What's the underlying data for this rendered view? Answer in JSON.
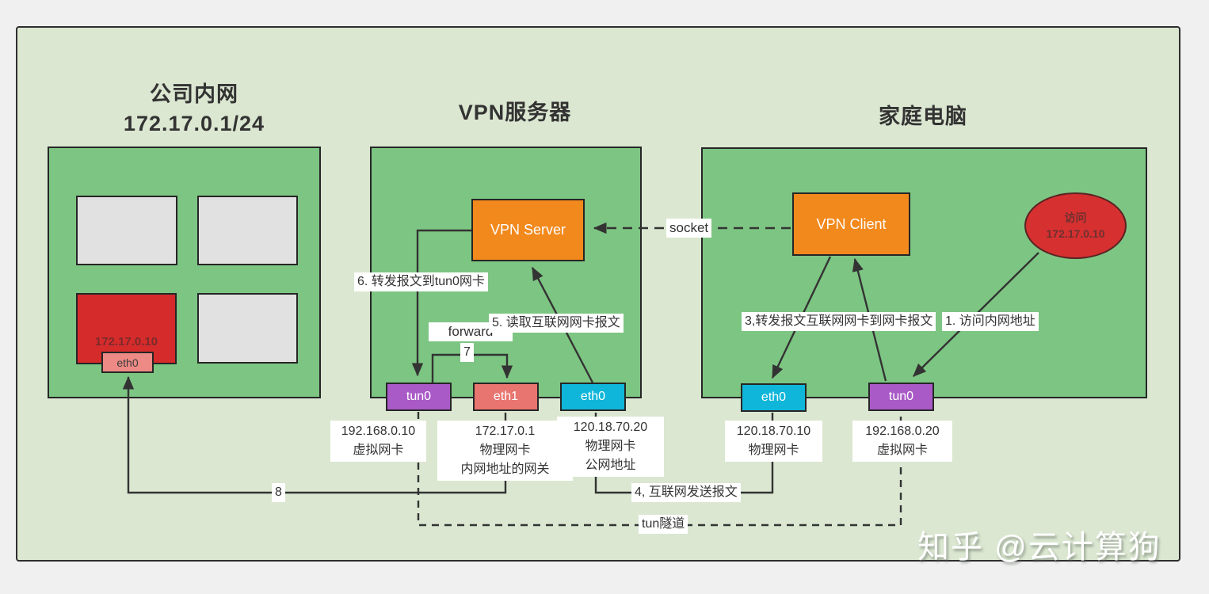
{
  "watermark": "知乎 @云计算狗",
  "colors": {
    "panel_bg": "#dbe7d1",
    "network_green": "#7dc583",
    "app_orange": "#f2891c",
    "nic_purple": "#a95ac6",
    "nic_salmon": "#e97570",
    "nic_cyan": "#0fb6d9",
    "host_red": "#d62b2b",
    "line": "#333333"
  },
  "company": {
    "title": "公司内网",
    "subnet": "172.17.0.1/24",
    "host_ip": "172.17.0.10",
    "nic_label": "eth0"
  },
  "vpn_server": {
    "title": "VPN服务器",
    "box_label": "VPN Server",
    "nic_tun0": "tun0",
    "nic_eth1": "eth1",
    "nic_eth0": "eth0",
    "tun0_info": {
      "line1": "192.168.0.10",
      "line2": "虚拟网卡"
    },
    "eth1_info": {
      "line1": "172.17.0.1",
      "line2": "物理网卡",
      "line3": "内网地址的网关"
    },
    "eth0_info": {
      "line1": "120.18.70.20",
      "line2": "物理网卡",
      "line3": "公网地址"
    }
  },
  "home": {
    "title": "家庭电脑",
    "box_label": "VPN Client",
    "access_line1": "访问",
    "access_line2": "172.17.0.10",
    "nic_eth0": "eth0",
    "nic_tun0": "tun0",
    "eth0_info": {
      "line1": "120.18.70.10",
      "line2": "物理网卡"
    },
    "tun0_info": {
      "line1": "192.168.0.20",
      "line2": "虚拟网卡"
    }
  },
  "annotations": {
    "step1": "1. 访问内网地址",
    "step3": "3,转发报文互联网网卡到网卡报文",
    "step4": "4, 互联网发送报文",
    "step5": "5. 读取互联网网卡报文",
    "step6": "6. 转发报文到tun0网卡",
    "step7": "7",
    "step8": "8",
    "forward": "forward",
    "socket": "socket",
    "tunnel": "tun隧道"
  }
}
